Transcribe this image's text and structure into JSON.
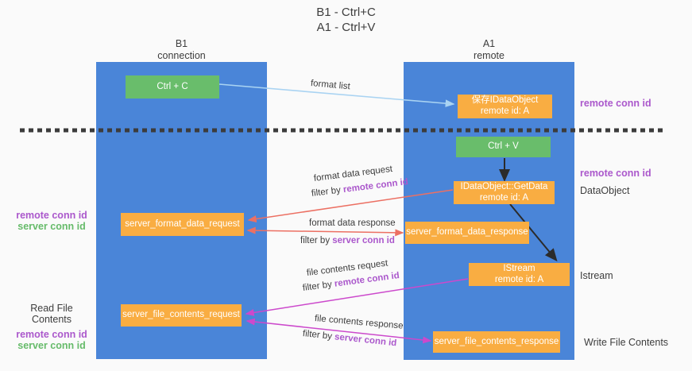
{
  "title": {
    "line1": "B1 - Ctrl+C",
    "line2": "A1 - Ctrl+V"
  },
  "lanes": {
    "left": {
      "name": "B1",
      "role": "connection"
    },
    "right": {
      "name": "A1",
      "role": "remote"
    }
  },
  "boxes": {
    "ctrl_c": "Ctrl + C",
    "ctrl_v": "Ctrl + V",
    "save_idataobject": {
      "line1": "保存IDataObject",
      "line2": "remote id: A"
    },
    "getdata": {
      "line1": "IDataObject::GetData",
      "line2": "remote id: A"
    },
    "istream": {
      "line1": "IStream",
      "line2": "remote id: A"
    },
    "server_format_data_request": "server_format_data_request",
    "server_format_data_response": "server_format_data_response",
    "server_file_contents_request": "server_file_contents_request",
    "server_file_contents_response": "server_file_contents_response"
  },
  "arrows": {
    "format_list": {
      "label": "format list"
    },
    "format_data_request": {
      "label": "format data request",
      "filter_prefix": "filter by ",
      "filter_key": "remote conn id"
    },
    "format_data_response": {
      "label": "format data response",
      "filter_prefix": "filter by ",
      "filter_key": "server conn id"
    },
    "file_contents_request": {
      "label": "file contents request",
      "filter_prefix": "filter by ",
      "filter_key": "remote conn id"
    },
    "file_contents_response": {
      "label": "file contents response",
      "filter_prefix": "filter by ",
      "filter_key": "server conn id"
    }
  },
  "side_labels": {
    "left_top": {
      "remote": "remote conn id",
      "server": "server conn id"
    },
    "left_bottom": {
      "title": "Read File Contents",
      "remote": "remote conn id",
      "server": "server conn id"
    },
    "right": {
      "remote_1": "remote conn id",
      "remote_2": "remote conn id",
      "dataobject": "DataObject",
      "istream": "Istream",
      "write_file": "Write File Contents"
    }
  },
  "colors": {
    "lane_blue": "#4a85d8",
    "box_green": "#69bd6b",
    "box_orange": "#f9ad42",
    "arrow_light_blue": "#a9d3f2",
    "arrow_salmon": "#ec7063",
    "arrow_magenta": "#cc49cc",
    "arrow_black": "#333333",
    "label_purple": "#ab58cc",
    "label_green": "#66bb6a",
    "background": "#fafafa"
  }
}
